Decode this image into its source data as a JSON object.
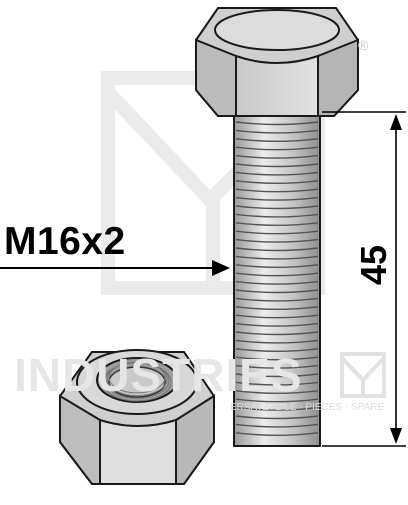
{
  "bolt": {
    "thread_spec": "M16x2",
    "length_value": "45"
  },
  "watermark": {
    "brand_text": "INDUSTRIES",
    "sub_text": "ERSATZTEILE · PIECES · SPARE",
    "registered_mark": "®"
  },
  "colors": {
    "steel_light": "#d9d9d9",
    "steel_mid": "#bdbdbd",
    "steel_dark": "#8a8a8a",
    "outline": "#1a1a1a",
    "dimension_line": "#000000",
    "watermark": "#e8e8e8"
  }
}
